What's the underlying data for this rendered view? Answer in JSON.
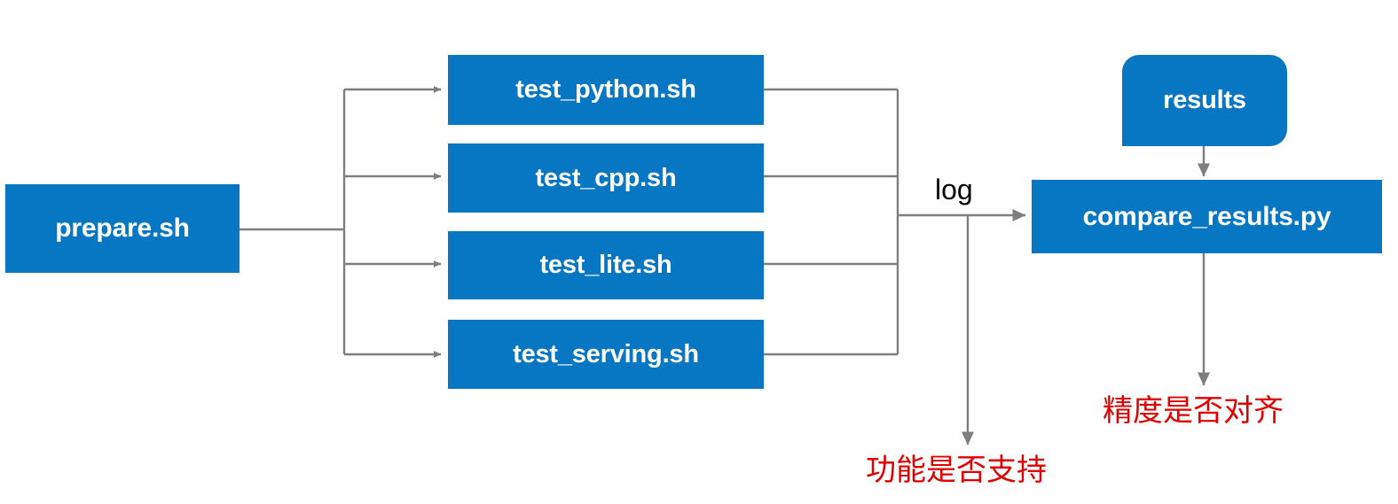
{
  "diagram": {
    "title": "test pipeline flow",
    "colors": {
      "node_fill": "#0777c3",
      "node_text": "#ffffff",
      "wire": "#7f7f7f",
      "note_red": "#e00000",
      "background": "#ffffff"
    },
    "nodes": {
      "prepare": {
        "label": "prepare.sh"
      },
      "python": {
        "label": "test_python.sh"
      },
      "cpp": {
        "label": "test_cpp.sh"
      },
      "lite": {
        "label": "test_lite.sh"
      },
      "serving": {
        "label": "test_serving.sh"
      },
      "results": {
        "label": "results"
      },
      "compare": {
        "label": "compare_results.py"
      }
    },
    "edge_labels": {
      "log": "log"
    },
    "notes": {
      "function_supported": "功能是否支持",
      "precision_aligned": "精度是否对齐"
    }
  }
}
